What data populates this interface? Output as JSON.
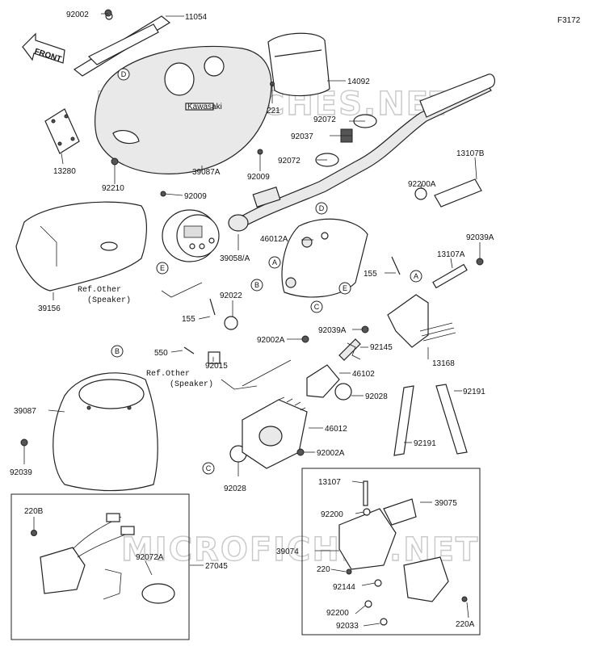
{
  "figure_code": "F3172",
  "front_arrow_label": "FRONT",
  "brand_on_cover": "Kawasaki",
  "watermark_text": "MICROFICHES.NET",
  "ref_other_label": "Ref.Other",
  "speaker_label": "(Speaker)",
  "parts": {
    "p92002": "92002",
    "p11054": "11054",
    "p14092": "14092",
    "p221": "221",
    "p92072_a": "92072",
    "p92037": "92037",
    "p92072_b": "92072",
    "p13107B": "13107B",
    "p13280": "13280",
    "p39087A": "39087A",
    "p92009_a": "92009",
    "p92210": "92210",
    "p92009_b": "92009",
    "p92200A": "92200A",
    "p46012A": "46012A",
    "p92039A_a": "92039A",
    "p13107A": "13107A",
    "p39058A": "39058/A",
    "p155_a": "155",
    "p39156": "39156",
    "p92022": "92022",
    "p155_b": "155",
    "p92039A_b": "92039A",
    "p13168": "13168",
    "p92002A_a": "92002A",
    "p92145": "92145",
    "p550": "550",
    "p92015": "92015",
    "p46102": "46102",
    "p39087": "39087",
    "p92028_a": "92028",
    "p92191_a": "92191",
    "p46012": "46012",
    "p92191_b": "92191",
    "p92002A_b": "92002A",
    "p92039": "92039",
    "p92028_b": "92028",
    "p13107": "13107",
    "p39075": "39075",
    "p220B": "220B",
    "p92200_a": "92200",
    "p92072A": "92072A",
    "p27045": "27045",
    "p39074": "39074",
    "p220": "220",
    "p92144": "92144",
    "p92200_b": "92200",
    "p92033": "92033",
    "p220A": "220A"
  },
  "callouts": {
    "A": "A",
    "B": "B",
    "C": "C",
    "D": "D",
    "E": "E"
  }
}
